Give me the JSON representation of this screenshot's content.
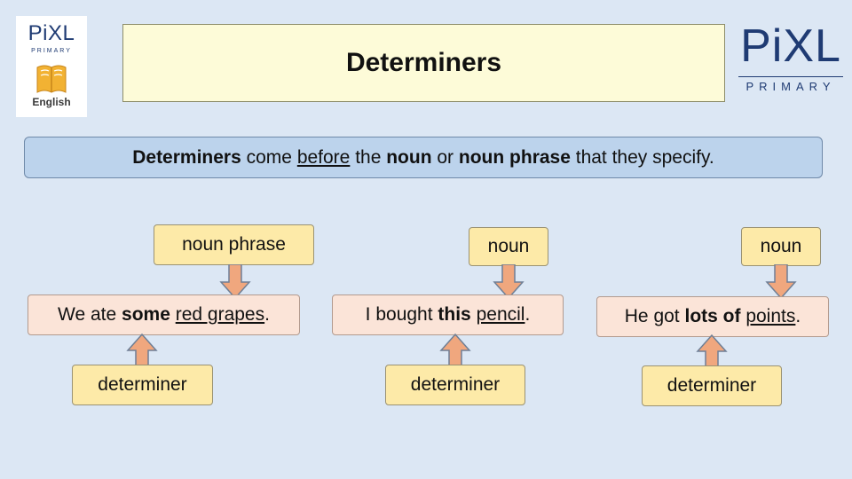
{
  "logo_left": {
    "brand": "PiXL",
    "sub": "PRIMARY",
    "subject": "English"
  },
  "logo_right": {
    "brand": "PiXL",
    "sub": "PRIMARY"
  },
  "title": "Determiners",
  "definition": {
    "part1": "Determiners",
    "part2": " come ",
    "part3": "before",
    "part4": " the ",
    "part5": "noun",
    "part6": " or ",
    "part7": "noun phrase",
    "part8": " that they specify."
  },
  "examples": [
    {
      "top_label": "noun phrase",
      "sentence": {
        "a": "We ate ",
        "b": "some",
        "c": " ",
        "d": "red grapes",
        "e": "."
      },
      "bottom_label": "determiner"
    },
    {
      "top_label": "noun",
      "sentence": {
        "a": "I bought ",
        "b": "this",
        "c": " ",
        "d": "pencil",
        "e": "."
      },
      "bottom_label": "determiner"
    },
    {
      "top_label": "noun",
      "sentence": {
        "a": "He got ",
        "b": "lots of",
        "c": " ",
        "d": "points",
        "e": "."
      },
      "bottom_label": "determiner"
    }
  ],
  "colors": {
    "background": "#dce7f4",
    "title_fill": "#fdfbd8",
    "definition_fill": "#bcd3ec",
    "label_fill": "#fdeaa8",
    "sentence_fill": "#fbe4d8",
    "arrow_fill": "#f0a77e",
    "brand_blue": "#1f3b73",
    "brand_orange": "#f0a21c"
  }
}
